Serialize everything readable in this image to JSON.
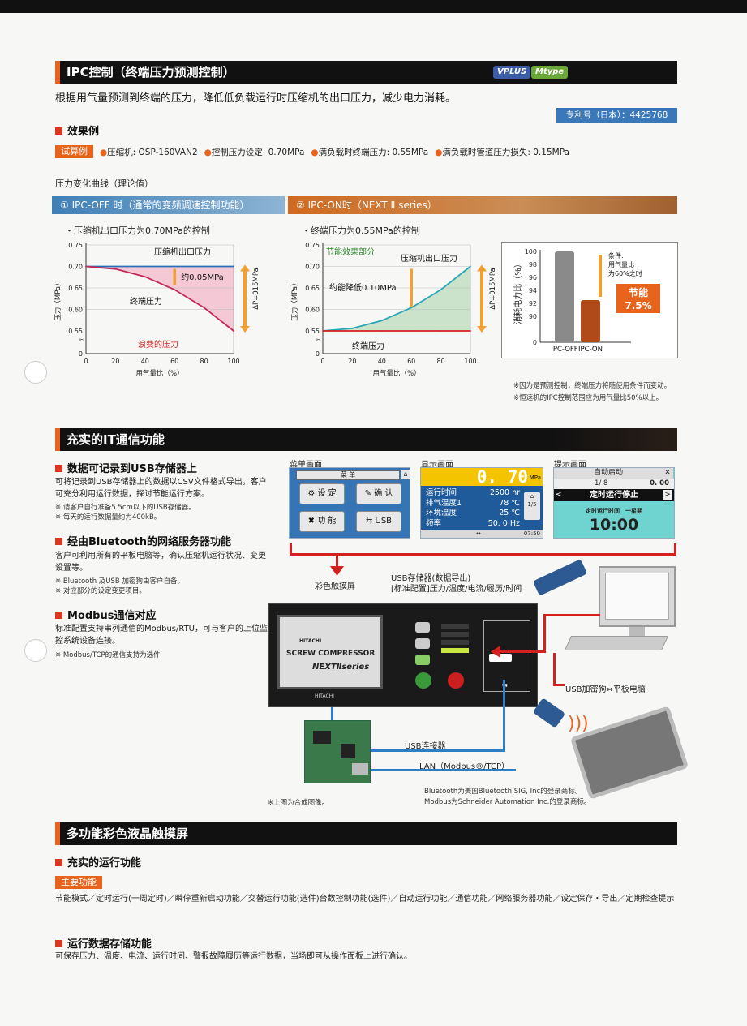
{
  "ipc": {
    "title": "IPC控制（终端压力预测控制）",
    "badge_vplus": "VPLUS",
    "badge_mtype": "Mtype",
    "lead": "根据用气量预测到终端的压力，降低低负载运行时压缩机的出口压力，减少电力消耗。",
    "patent": "专利号（日本）：4425768",
    "effect_heading": "效果例",
    "trial_tag": "试算例",
    "conditions": [
      "压缩机: OSP-160VAN2",
      "控制压力设定: 0.70MPa",
      "满负载时终端压力: 0.55MPa",
      "满负载时管道压力损失: 0.15MPa"
    ],
    "curve_caption": "压力变化曲线（理论值）",
    "band_off": "① IPC-OFF 时（通常的变频调速控制功能）",
    "band_on": "② IPC-ON时（NEXT Ⅱ series）",
    "notes": [
      "※因为是预测控制，终端压力将随使用条件而变动。",
      "※恒速机的IPC控制范围应为用气量比50%以上。"
    ]
  },
  "chart_data": [
    {
      "type": "line",
      "title": "・压缩机出口压力为0.70MPa的控制",
      "xlabel": "用气量比（%）",
      "ylabel": "压力（MPa）",
      "x": [
        0,
        20,
        40,
        60,
        80,
        100
      ],
      "xticks": [
        "0",
        "20",
        "40",
        "60",
        "80",
        "100"
      ],
      "yticks": [
        "0",
        "0.55",
        "0.60",
        "0.65",
        "0.70",
        "0.75"
      ],
      "ylim": [
        0.55,
        0.75
      ],
      "series": [
        {
          "name": "压缩机出口压力",
          "values": [
            0.7,
            0.7,
            0.7,
            0.7,
            0.7,
            0.7
          ]
        },
        {
          "name": "终端压力",
          "values": [
            0.7,
            0.694,
            0.676,
            0.646,
            0.604,
            0.55
          ]
        }
      ],
      "annotations": [
        "约0.05MPa",
        "浪费的压力",
        "ΔP=015MPa"
      ]
    },
    {
      "type": "line",
      "title": "・终端压力为0.55MPa的控制",
      "xlabel": "用气量比（%）",
      "ylabel": "压力（MPa）",
      "x": [
        0,
        20,
        40,
        60,
        80,
        100
      ],
      "xticks": [
        "0",
        "20",
        "40",
        "60",
        "80",
        "100"
      ],
      "yticks": [
        "0",
        "0.55",
        "0.60",
        "0.65",
        "0.70",
        "0.75"
      ],
      "ylim": [
        0.55,
        0.75
      ],
      "series": [
        {
          "name": "压缩机出口压力",
          "values": [
            0.55,
            0.556,
            0.574,
            0.604,
            0.646,
            0.7
          ]
        },
        {
          "name": "终端压力",
          "values": [
            0.55,
            0.55,
            0.55,
            0.55,
            0.55,
            0.55
          ]
        }
      ],
      "annotations": [
        "节能效果部分",
        "约能降低0.10MPa",
        "ΔP=015MPa"
      ]
    },
    {
      "type": "bar",
      "ylabel": "消耗电力比（%）",
      "categories": [
        "IPC-OFF",
        "IPC-ON"
      ],
      "values": [
        100,
        92.5
      ],
      "ylim": [
        88,
        100
      ],
      "yticks": [
        "0",
        "90",
        "92",
        "94",
        "96",
        "98",
        "100"
      ],
      "annotations": [
        "条件: 用气量比 为60%之时",
        "节能 7.5%"
      ]
    }
  ],
  "it": {
    "title": "充实的IT通信功能",
    "usb_heading": "数据可记录到USB存储器上",
    "usb_text": "可将记录到USB存储器上的数据以CSV文件格式导出，客户可充分利用运行数据，探讨节能运行方案。",
    "usb_notes": [
      "※ 请客户自行准备5.5cm以下的USB存储器。",
      "※ 每天的运行数据量约为400kB。"
    ],
    "bt_heading": "经由Bluetooth的网络服务器功能",
    "bt_text": "客户可利用所有的平板电脑等，确认压缩机运行状况、变更设置等。",
    "bt_notes": [
      "※ Bluetooth 及USB 加密狗由客户自备。",
      "※ 对应部分的设定变更项目。"
    ],
    "modbus_heading": "Modbus通信对应",
    "modbus_text": "标准配置支持串列通信的Modbus/RTU，可与客户的上位监控系统设备连接。",
    "modbus_note": "※ Modbus/TCP的通信支持为选件",
    "screen_menu_label": "菜单画面",
    "screen_display_label": "显示画面",
    "screen_prompt_label": "提示画面",
    "menu": {
      "title": "菜 单",
      "btn_settings": "设 定",
      "btn_confirm": "确 认",
      "btn_function": "功 能",
      "btn_usb": "USB"
    },
    "display": {
      "pressure": "0. 70",
      "unit": "MPa",
      "rows": [
        {
          "label": "运行时间",
          "value": "2500 hr"
        },
        {
          "label": "排气温度1",
          "value": "78 ℃"
        },
        {
          "label": "环境温度",
          "value": "25 ℃"
        },
        {
          "label": "频率",
          "value": "50. 0 Hz"
        }
      ],
      "page": "1/5",
      "clock": "07:50"
    },
    "prompt": {
      "title": "自动启动",
      "counter": "1/ 8",
      "value": "0. 00",
      "banner": "定时运行停止",
      "sub": "定时运行时间　一星期",
      "time": "10:00"
    },
    "label_touch": "彩色触摸屏",
    "label_usb_storage": "USB存储器(数据导出)",
    "label_usb_storage_2": "[标准配置]压力/温度/电流/履历/时间",
    "label_dongle": "USB加密狗⇔平板电脑",
    "label_usb_conn": "USB连接器",
    "label_lan": "LAN（Modbus®/TCP）",
    "panel_brand": "HITACHI",
    "panel_title": "SCREW COMPRESSOR",
    "panel_series": "NEXTⅡseries",
    "panel_footer": "HITACHI",
    "composite_note": "※上图为合成图像。",
    "trademark_1": "Bluetooth为美国Bluetooth SIG, Inc的登录商标。",
    "trademark_2": "Modbus为Schneider Automation Inc.的登录商标。"
  },
  "lcd": {
    "title": "多功能彩色液晶触摸屏",
    "run_heading": "充实的运行功能",
    "main_tag": "主要功能",
    "main_text": "节能模式／定时运行(一周定时)／瞬停重新启动功能／交替运行功能(选件)台数控制功能(选件)／自动运行功能／通信功能／网络服务器功能／设定保存・导出／定期检查提示",
    "store_heading": "运行数据存储功能",
    "store_text": "可保存压力、温度、电流、运行时间、警报故障履历等运行数据，当场即可从操作面板上进行确认。"
  }
}
